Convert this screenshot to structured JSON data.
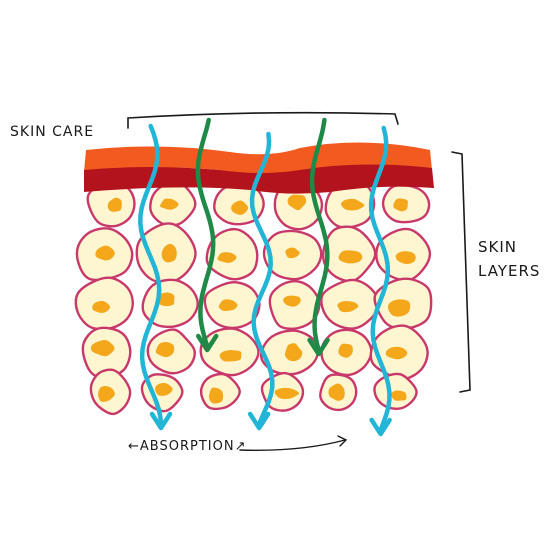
{
  "labels": {
    "skin_care": "SKIN CARE",
    "skin": "SKIN",
    "layers": "LAYERS",
    "absorption": "ABSORPTION"
  },
  "colors": {
    "epidermis_top": "#f25a1f",
    "epidermis_bottom": "#b3131c",
    "cell_fill": "#fdf6d0",
    "cell_outline": "#c8386a",
    "nucleus": "#f4a71a",
    "blue_arrow": "#23b5d6",
    "green_arrow": "#1f8a48",
    "ink": "#1a1a1a"
  },
  "icons": {
    "brackets": "bracket-line",
    "arrows": "arrow-down-icon"
  }
}
